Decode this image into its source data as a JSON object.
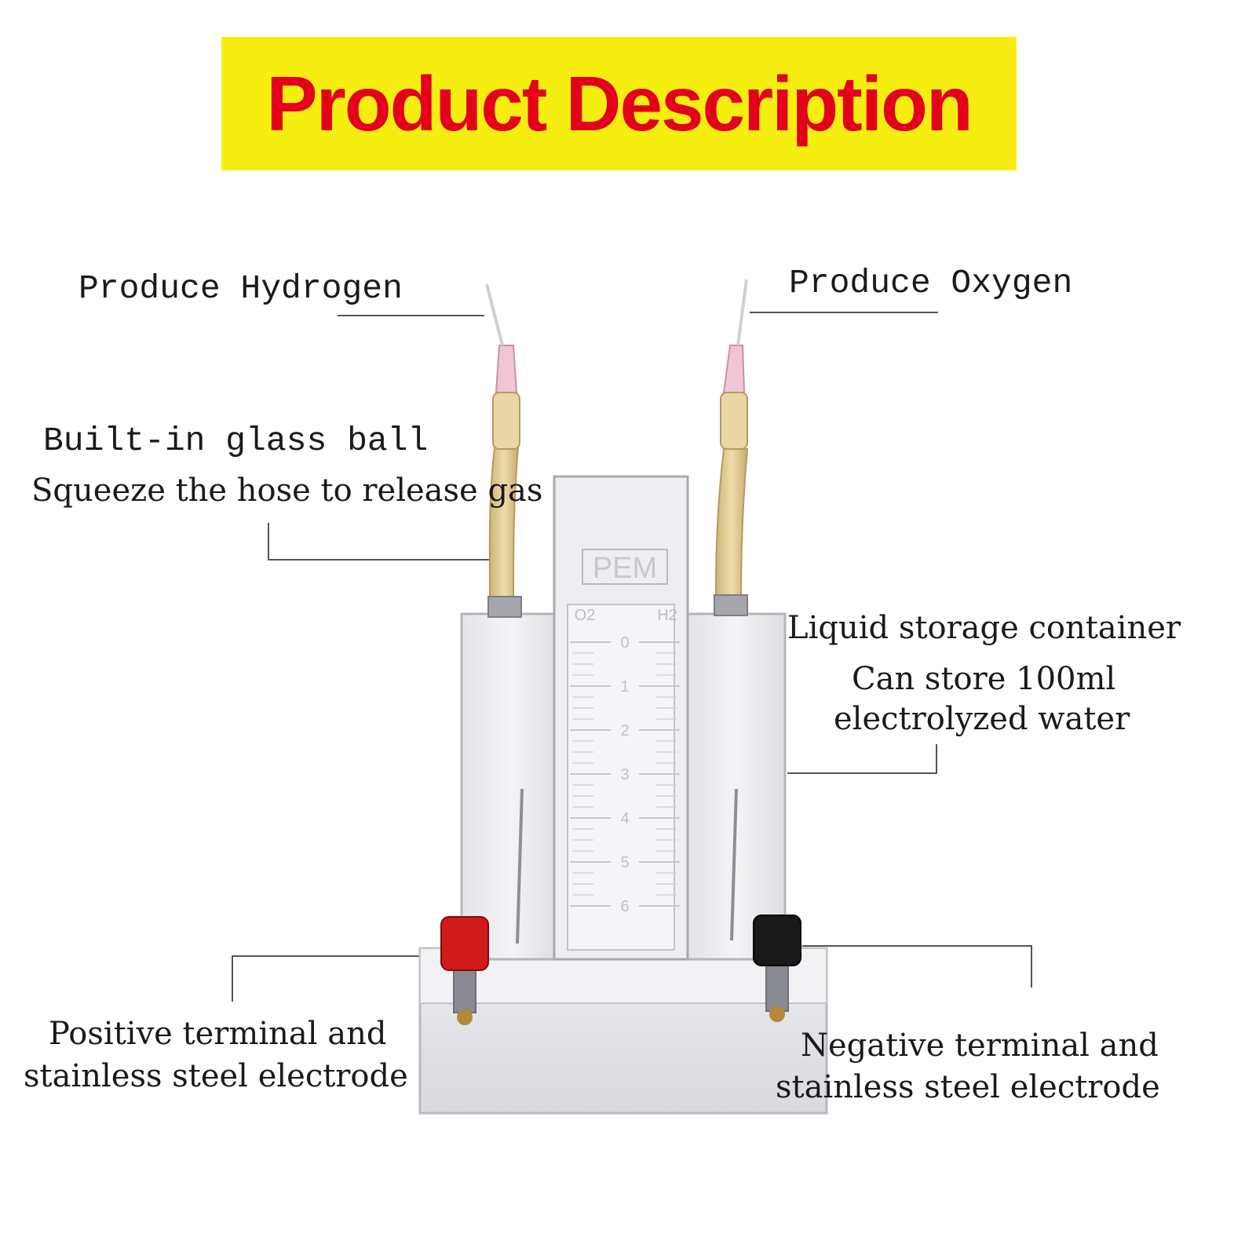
{
  "banner": {
    "title": "Product Description",
    "bg_color": "#f5ee10",
    "text_color": "#e3001b"
  },
  "labels": {
    "hydrogen": "Produce Hydrogen",
    "oxygen": "Produce Oxygen",
    "glass_ball_line1": "Built-in glass ball",
    "glass_ball_line2": "Squeeze the hose to release gas",
    "storage_line1": "Liquid storage container",
    "storage_line2": "Can store 100ml",
    "storage_line3": "electrolyzed water",
    "positive_line1": "Positive terminal and",
    "positive_line2": "stainless steel electrode",
    "negative_line1": "Negative terminal and",
    "negative_line2": "stainless steel electrode"
  },
  "device": {
    "panel_text": "PEM",
    "scale_left": "O2",
    "scale_right": "H2",
    "scale_marks": [
      "0",
      "1",
      "2",
      "3",
      "4",
      "5",
      "6"
    ],
    "positive_knob_color": "#d21a1a",
    "negative_knob_color": "#1a1a1a",
    "hose_color": "#e9d29a"
  }
}
